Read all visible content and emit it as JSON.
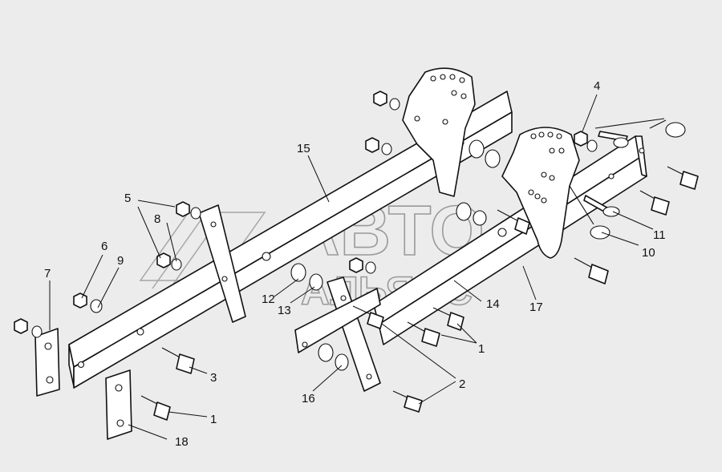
{
  "watermark": {
    "line1": "АВТО",
    "line2": "АЛЬЯНС"
  },
  "callouts": {
    "c1a": "1",
    "c1b": "1",
    "c2": "2",
    "c3": "3",
    "c4": "4",
    "c5": "5",
    "c6": "6",
    "c7": "7",
    "c8": "8",
    "c9": "9",
    "c10": "10",
    "c11": "11",
    "c12": "12",
    "c13": "13",
    "c14": "14",
    "c15": "15",
    "c16": "16",
    "c17": "17",
    "c18": "18"
  }
}
